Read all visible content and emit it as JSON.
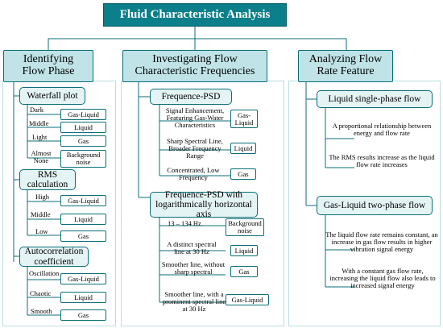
{
  "title": "Fluid Characteristic Analysis",
  "sections": [
    {
      "heading": [
        "Identifying",
        "Flow Phase"
      ],
      "groups": [
        {
          "title": "Waterfall plot",
          "items": [
            {
              "label": "Dark",
              "result": "Gas-Liquid"
            },
            {
              "label": "Middle",
              "result": "Liquid"
            },
            {
              "label": "Light",
              "result": "Gas"
            },
            {
              "label": "Almost None",
              "result": "Background noise"
            }
          ]
        },
        {
          "title": "RMS calculation",
          "items": [
            {
              "label": "High",
              "result": "Gas-Liquid"
            },
            {
              "label": "Middle",
              "result": "Liquid"
            },
            {
              "label": "Low",
              "result": "Gas"
            }
          ]
        },
        {
          "title": "Autocorrelation coefficient",
          "items": [
            {
              "label": "Oscillation",
              "result": "Gas-Liquid"
            },
            {
              "label": "Chaotic",
              "result": "Liquid"
            },
            {
              "label": "Smooth",
              "result": "Gas"
            }
          ]
        }
      ]
    },
    {
      "heading": [
        "Investigating Flow",
        "Characteristic Frequencies"
      ],
      "groups": [
        {
          "title": "Frequence-PSD",
          "items": [
            {
              "label": "Signal Enhancement, Featuring Gas-Water Characteristics",
              "result": "Gas-Liquid"
            },
            {
              "label": "Sharp Spectral Line, Broader Frequency Range",
              "result": "Liquid"
            },
            {
              "label": "Concentrated, Low Frequency",
              "result": "Gas"
            }
          ]
        },
        {
          "title": "Frequence-PSD with logarithmically horizontal axis",
          "items": [
            {
              "label": "13 – 134 Hz",
              "result": "Background noise"
            },
            {
              "label": "A distinct spectral line at 30 Hz",
              "result": "Liquid"
            },
            {
              "label": "Smoother line, without sharp spectral",
              "result": "Gas"
            },
            {
              "label": "Smoother line, with a prominent spectral line at 30 Hz",
              "result": "Gas-Liquid"
            }
          ]
        }
      ]
    },
    {
      "heading": [
        "Analyzing Flow",
        "Rate Feature"
      ],
      "groups": [
        {
          "title": "Liquid single-phase flow",
          "notes": [
            "A proportional relationship between energy and flow rate",
            "The RMS results increase as the liquid flow rate increases"
          ]
        },
        {
          "title": "Gas-Liquid two-phase flow",
          "notes": [
            "The liquid flow rate remains constant, an increase in gas flow results in higher vibration signal energy",
            "With a constant gas flow rate, increasing the liquid flow also leads to increased signal energy"
          ]
        }
      ]
    }
  ]
}
